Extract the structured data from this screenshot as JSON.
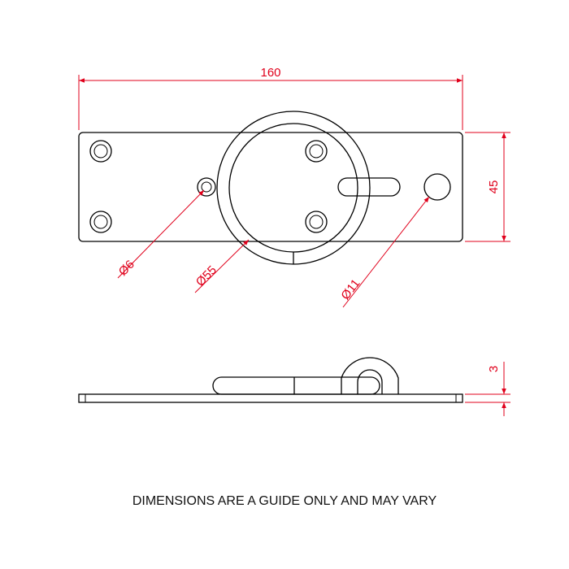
{
  "dimensions": {
    "length": "160",
    "width": "45",
    "thickness": "3",
    "fixing_hole": "Ø6",
    "ring_diameter": "Ø55",
    "hole_diameter": "Ø11"
  },
  "colors": {
    "outline": "#000000",
    "dimension": "#e0001b",
    "background": "#ffffff"
  },
  "footer_note": "DIMENSIONS ARE A GUIDE ONLY AND MAY VARY"
}
